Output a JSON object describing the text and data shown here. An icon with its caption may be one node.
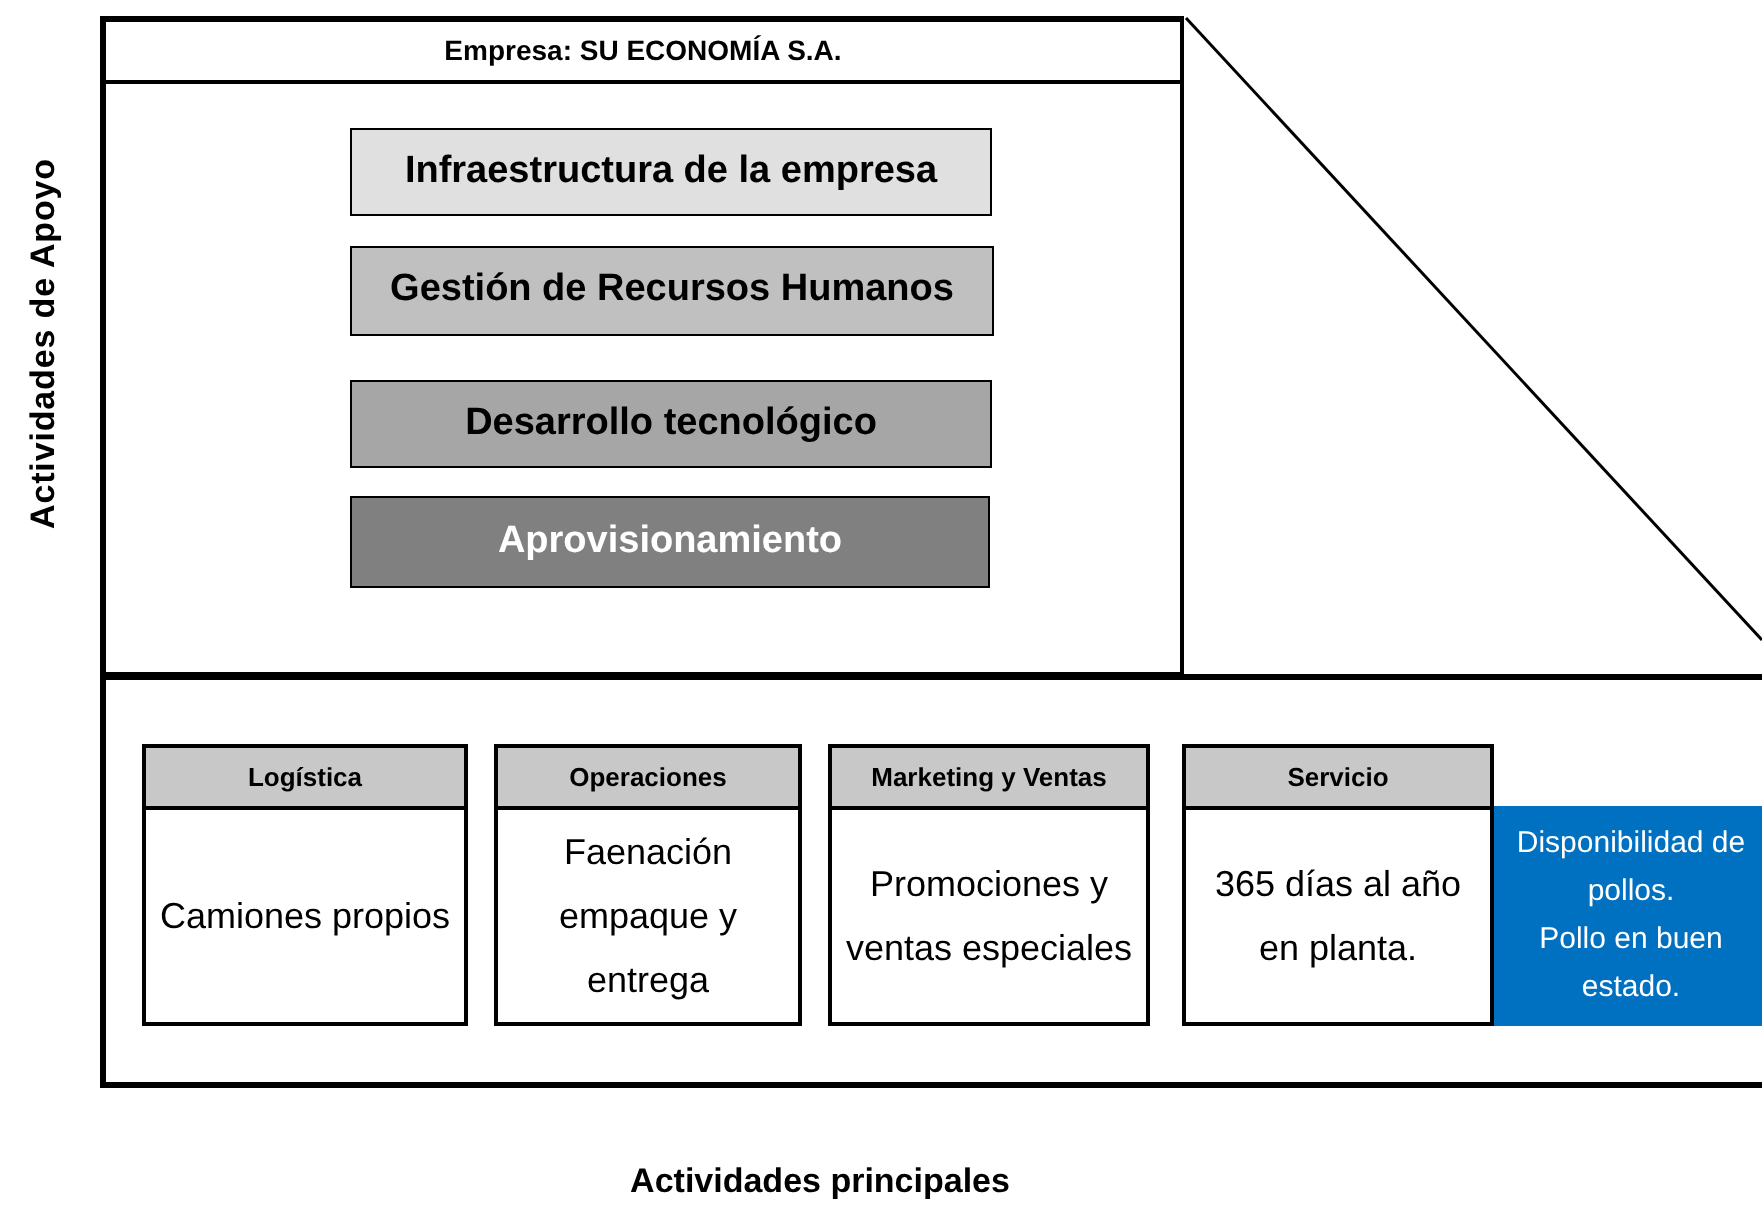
{
  "diagram": {
    "nodes": [
      {
        "text": [
          "Empresa: SU ECONOMÍA S.A."
        ]
      },
      {
        "text": [
          "Infraestructura de la empresa"
        ],
        "in": 0
      },
      {
        "text": [
          "Gestión de Recursos Humanos"
        ],
        "in": 0
      },
      {
        "text": [
          "Desarrollo tecnológico"
        ],
        "in": 0
      },
      {
        "text": [
          "Aprovisionamiento"
        ],
        "in": 0
      },
      {
        "text": [],
        "shape": "box"
      },
      {
        "text": [
          "Logística",
          "Camiones propios"
        ],
        "in": 5
      },
      {
        "text": [
          "Operaciones",
          "Faenación empaque y entrega"
        ],
        "in": 5
      },
      {
        "text": [
          "Marketing y Ventas",
          "Promociones y ventas especiales"
        ],
        "in": 5
      },
      {
        "text": [
          "Servicio",
          "365 días al año en planta."
        ],
        "in": 5
      },
      {
        "text": [
          "Disponibilidad de pollos.",
          "Pollo en buen estado."
        ],
        "in": 5
      }
    ],
    "labels": [
      "Actividades de Apoyo",
      "Actividades principales"
    ]
  }
}
